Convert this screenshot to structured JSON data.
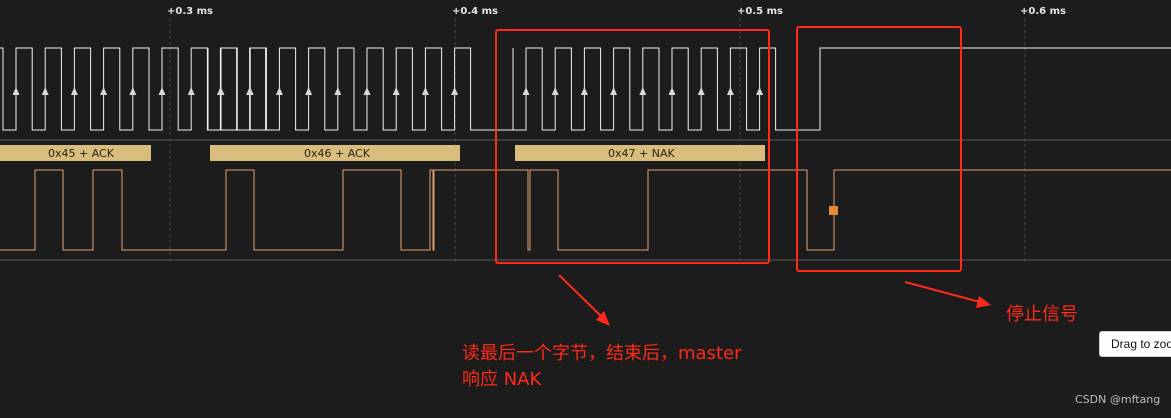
{
  "timeline": {
    "labels": [
      "+0.3 ms",
      "+0.4 ms",
      "+0.5 ms",
      "+0.6 ms"
    ]
  },
  "decoder": {
    "bytes": [
      "0x45 + ACK",
      "0x46 + ACK",
      "0x47 + NAK"
    ]
  },
  "annotations": {
    "read_last_byte_line1": "读最后一个字节，结束后，master",
    "read_last_byte_line2": "响应 NAK",
    "stop_signal": "停止信号"
  },
  "toolbar": {
    "drag_to_zoom": "Drag to zoom"
  },
  "watermark": "CSDN @mftang",
  "colors": {
    "background": "#1c1c1c",
    "clock_trace": "#f2f2f2",
    "data_trace": "#e2a072",
    "decoder_bar": "#d9bd7c",
    "annotation_red": "#ff2a1a",
    "marker": "#e8893a"
  }
}
